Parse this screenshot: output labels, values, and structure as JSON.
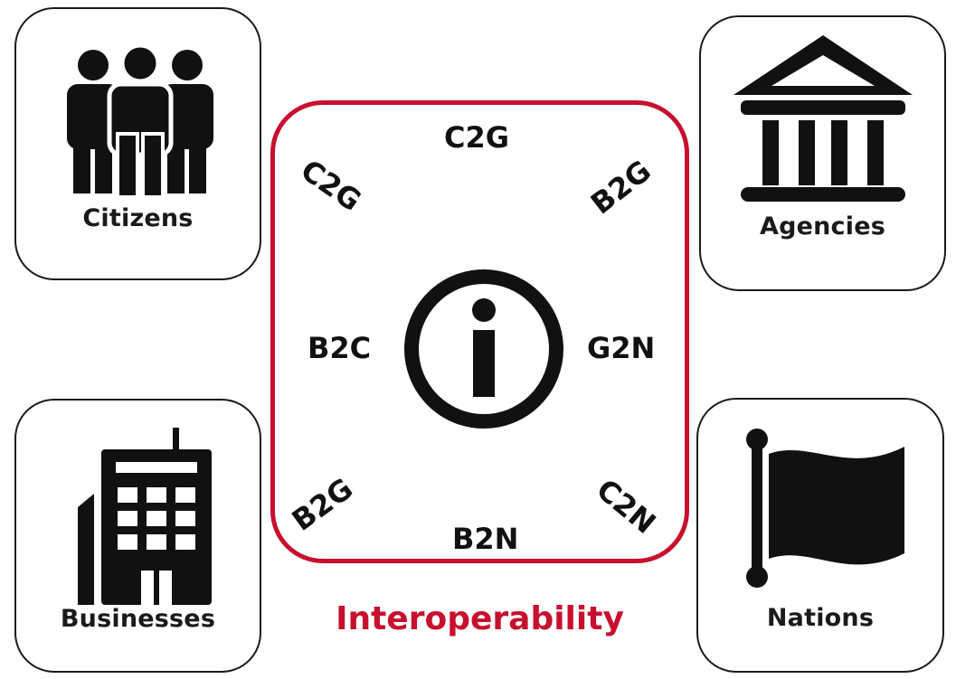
{
  "diagram": {
    "title": "Interoperability",
    "accent_color": "#c8102e",
    "center_icon": "info-icon",
    "stakeholders": [
      {
        "id": "citizens",
        "label": "Citizens",
        "icon": "people-group-icon"
      },
      {
        "id": "agencies",
        "label": "Agencies",
        "icon": "government-building-icon"
      },
      {
        "id": "businesses",
        "label": "Businesses",
        "icon": "office-building-icon"
      },
      {
        "id": "nations",
        "label": "Nations",
        "icon": "flag-icon"
      }
    ],
    "flows": {
      "top": "C2G",
      "top_left": "C2G",
      "top_right": "B2G",
      "left": "B2C",
      "right": "G2N",
      "bottom_left": "B2G",
      "bottom_right": "C2N",
      "bottom": "B2N"
    }
  }
}
